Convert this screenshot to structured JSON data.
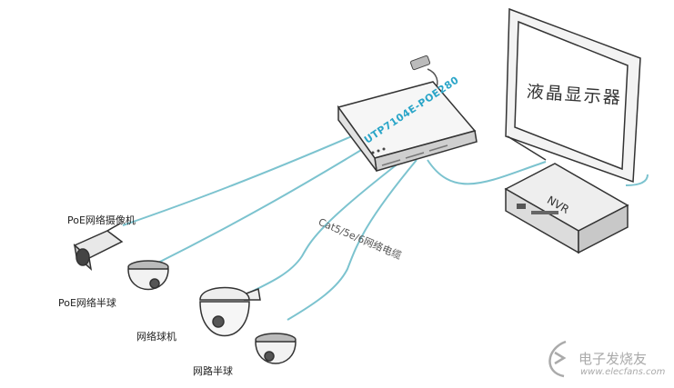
{
  "labels": {
    "poe_camera": "PoE网络摄像机",
    "poe_dome": "PoE网络半球",
    "ptz_dome": "网络球机",
    "net_dome": "网路半球",
    "cable": "Cat5/5e/6网络电缆",
    "switch_model": "UTP7104E-POE280",
    "monitor": "液晶显示器",
    "nvr": "NVR"
  },
  "watermark": {
    "text": "电子发烧友",
    "url": "www.elecfans.com"
  },
  "colors": {
    "cable": "#7cc3cf",
    "accent": "#2aa5c8",
    "outline": "#333333"
  }
}
